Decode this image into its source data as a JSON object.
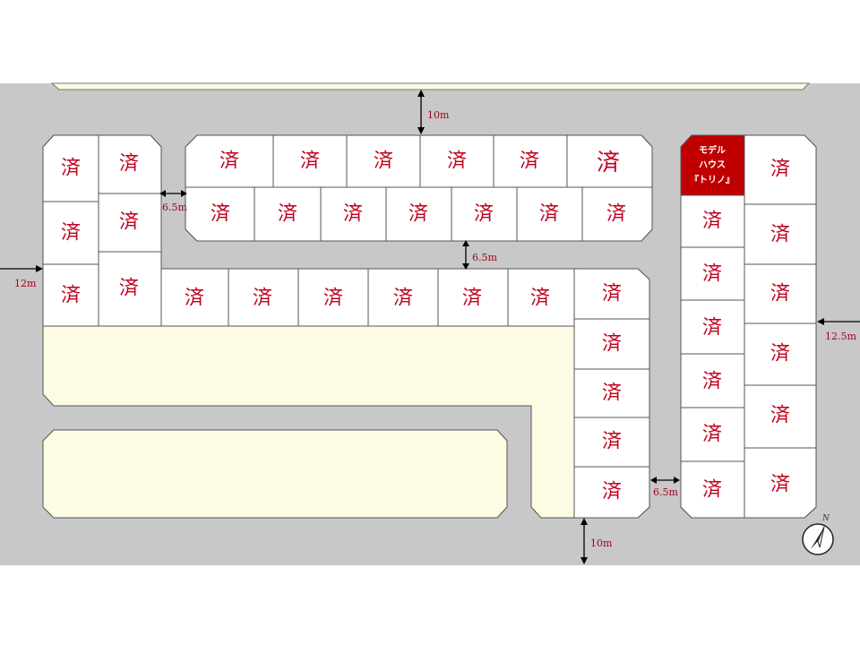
{
  "colors": {
    "road": "#c8c8c8",
    "park": "#fdfbe4",
    "lot_fill": "#ffffff",
    "lot_border": "#555555",
    "sold_text": "#c0001e",
    "model_house": "#c00000",
    "dimension_text": "#a3001b"
  },
  "sold_label": "済",
  "model_house": {
    "line1": "モデル",
    "line2": "ハウス",
    "line3": "『トリノ』"
  },
  "dimensions": {
    "top_road": "10m",
    "bottom_road": "10m",
    "left_road": "12m",
    "right_road": "12.5m",
    "inner_left": "6.5m",
    "inner_middle": "6.5m",
    "inner_right": "6.5m"
  },
  "compass": {
    "icon": "north-arrow-icon",
    "label": "N"
  }
}
